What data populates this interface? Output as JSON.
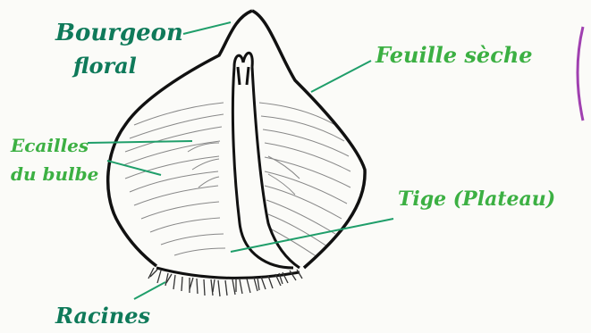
{
  "diagram": {
    "labels": {
      "bourgeon_line1": "Bourgeon",
      "bourgeon_line2": "floral",
      "feuille": "Feuille sèche",
      "ecailles_line1": "Ecailles",
      "ecailles_line2": "du bulbe",
      "tige": "Tige (Plateau)",
      "racines": "Racines"
    },
    "colors": {
      "ink": "#111111",
      "label_dark_green": "#0f7a5a",
      "label_light_green": "#3cb043",
      "leader_line": "#1f9e6a",
      "scale_gray": "#888888",
      "edge_purple": "#a040b0"
    }
  }
}
